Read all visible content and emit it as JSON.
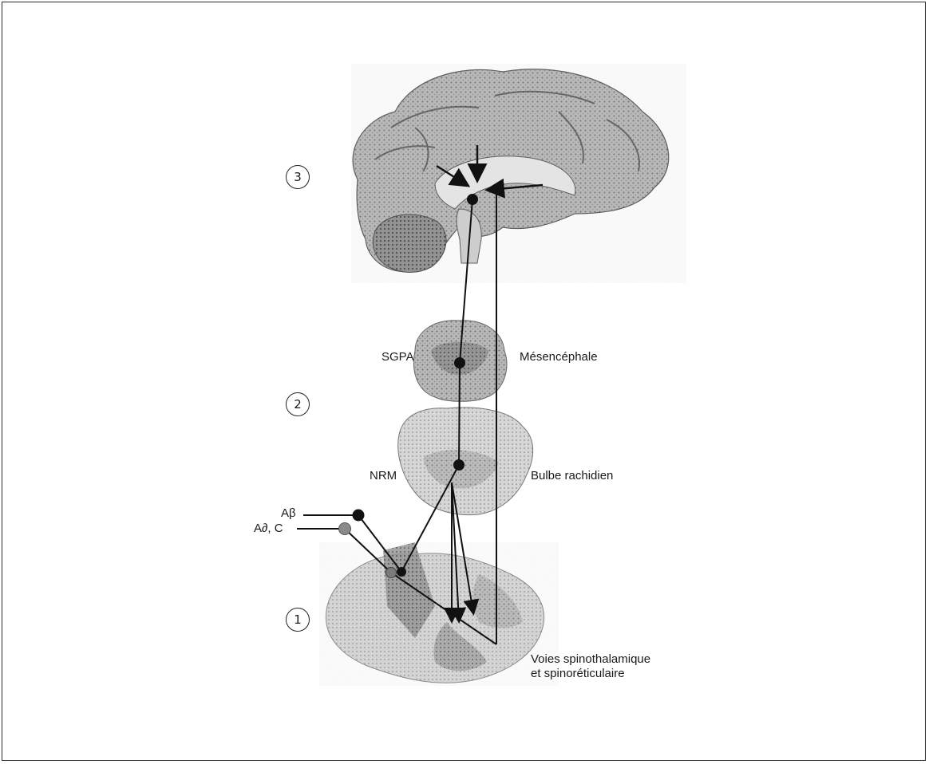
{
  "levels": [
    {
      "num": "3"
    },
    {
      "num": "2"
    },
    {
      "num": "1"
    }
  ],
  "labels": {
    "sgpa": "SGPA",
    "mesencephale": "Mésencéphale",
    "nrm": "NRM",
    "bulbe": "Bulbe rachidien",
    "abeta": "Aβ",
    "adelta": "A∂, C",
    "voies_line1": "Voies spinothalamique",
    "voies_line2": "et spinoréticulaire"
  }
}
